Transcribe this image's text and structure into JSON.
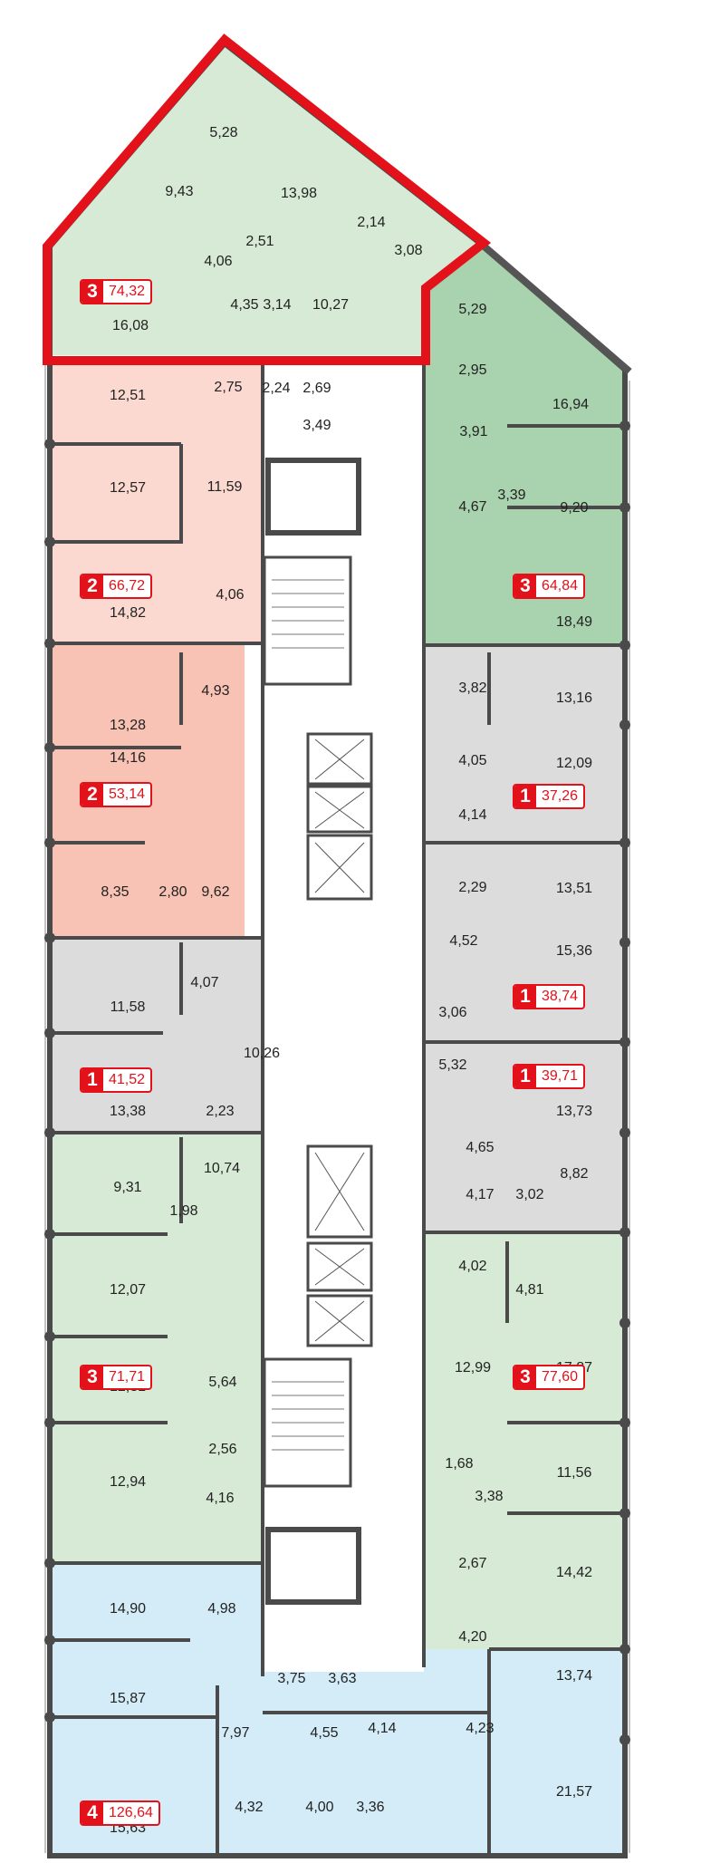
{
  "colors": {
    "green_light": "#d6ead6",
    "green_dark": "#a9d3ae",
    "pink_light": "#fbd9d0",
    "pink_dark": "#f8c2b4",
    "gray": "#dcdcdc",
    "blue": "#d3ecf7",
    "wall": "#4a4a4a",
    "highlight": "#e2111a"
  },
  "apartments": [
    {
      "id": "a1",
      "rooms": "3",
      "area": "74,32"
    },
    {
      "id": "a2",
      "rooms": "2",
      "area": "66,72"
    },
    {
      "id": "a3",
      "rooms": "2",
      "area": "53,14"
    },
    {
      "id": "a4",
      "rooms": "1",
      "area": "41,52"
    },
    {
      "id": "a5",
      "rooms": "3",
      "area": "71,71"
    },
    {
      "id": "a6",
      "rooms": "4",
      "area": "126,64"
    },
    {
      "id": "a7",
      "rooms": "3",
      "area": "64,84"
    },
    {
      "id": "a8",
      "rooms": "1",
      "area": "37,26"
    },
    {
      "id": "a9",
      "rooms": "1",
      "area": "38,74"
    },
    {
      "id": "a10",
      "rooms": "1",
      "area": "39,71"
    },
    {
      "id": "a11",
      "rooms": "3",
      "area": "77,60"
    }
  ],
  "room_labels": [
    "5,28",
    "9,43",
    "13,98",
    "2,51",
    "2,14",
    "3,08",
    "4,06",
    "4,35",
    "3,14",
    "10,27",
    "16,08",
    "12,51",
    "2,75",
    "2,24",
    "2,69",
    "3,49",
    "12,57",
    "11,59",
    "14,82",
    "4,06",
    "13,28",
    "4,93",
    "14,16",
    "8,35",
    "2,80",
    "9,62",
    "11,58",
    "4,07",
    "10,26",
    "13,38",
    "2,23",
    "9,31",
    "10,74",
    "1,98",
    "12,07",
    "12,31",
    "5,64",
    "12,94",
    "2,56",
    "4,16",
    "14,90",
    "4,98",
    "15,87",
    "3,75",
    "3,63",
    "7,97",
    "4,55",
    "15,63",
    "4,32",
    "4,00",
    "3,36",
    "5,29",
    "2,95",
    "16,94",
    "3,91",
    "4,67",
    "3,39",
    "9,20",
    "18,49",
    "3,82",
    "13,16",
    "4,05",
    "12,09",
    "4,14",
    "2,29",
    "13,51",
    "4,52",
    "15,36",
    "3,06",
    "5,32",
    "13,73",
    "4,65",
    "8,82",
    "4,17",
    "3,02",
    "4,02",
    "4,81",
    "17,87",
    "12,99",
    "1,68",
    "11,56",
    "3,38",
    "2,67",
    "14,42",
    "4,20",
    "13,74",
    "4,14",
    "4,23",
    "21,57"
  ]
}
